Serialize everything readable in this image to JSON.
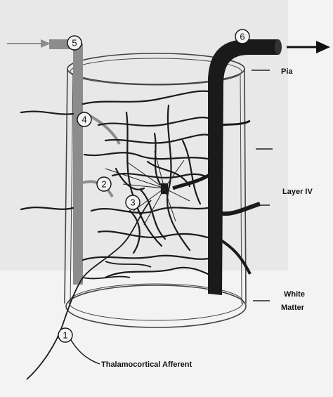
{
  "labels": {
    "pia": "Pia",
    "layer_iv": "Layer IV",
    "white": "White",
    "matter": "Matter",
    "thalamocortical": "Thalamocortical Afferent"
  },
  "markers": [
    "1",
    "2",
    "3",
    "4",
    "5",
    "6"
  ],
  "colors": {
    "background": "#f2f2f2",
    "vessel_dark": "#1a1a1a",
    "artery_gray": "#8c8c8c",
    "outline": "#444444"
  }
}
